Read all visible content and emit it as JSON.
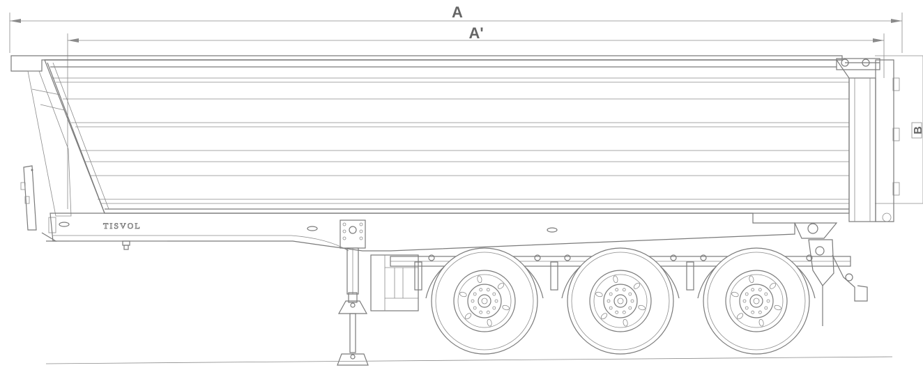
{
  "dimensions": {
    "overall_length_label": "A",
    "body_length_label": "A'",
    "height_label": "B"
  },
  "trailer": {
    "brand_name": "TISVOL",
    "axle_count": 3
  },
  "colors": {
    "line": "#7a7a7a",
    "background": "#ffffff"
  }
}
